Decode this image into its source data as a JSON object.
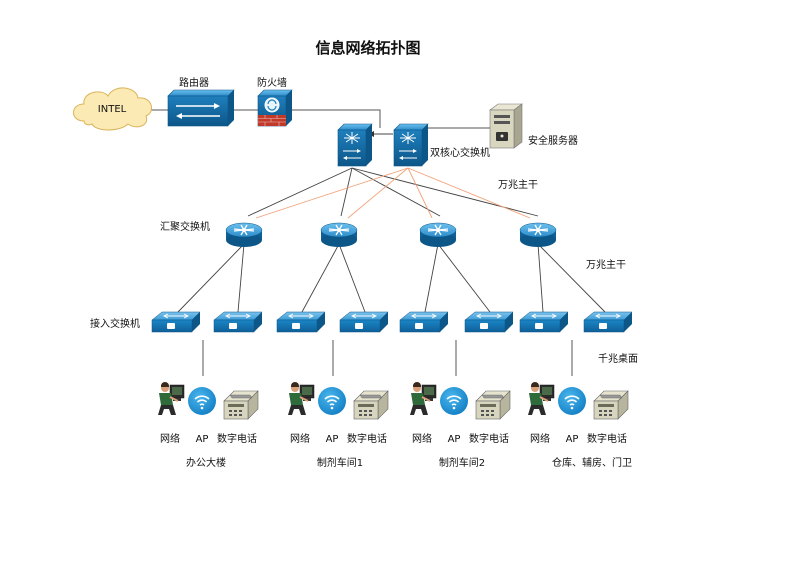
{
  "title": "信息网络拓扑图",
  "internet_label": "INTEL",
  "router_label": "路由器",
  "firewall_label": "防火墙",
  "core_label": "双核心交换机",
  "security_server_label": "安全服务器",
  "backbone_label_1": "万兆主干",
  "backbone_label_2": "万兆主干",
  "aggregation_label": "汇聚交换机",
  "access_label": "接入交换机",
  "desktop_label": "千兆桌面",
  "endpoint_labels": {
    "network": "网络",
    "ap": "AP",
    "phone": "数字电话"
  },
  "sites": [
    "办公大楼",
    "制剂车间1",
    "制剂车间2",
    "仓库、辅房、门卫"
  ],
  "colors": {
    "switch_blue": "#1f8fd0",
    "router_blue": "#2b86c8",
    "cloud_fill": "#fbeab3",
    "cloud_stroke": "#d9b45a",
    "orange_link": "#f2a27a",
    "server_fill": "#d8d6bf",
    "ap_blue": "#1e9be0"
  }
}
